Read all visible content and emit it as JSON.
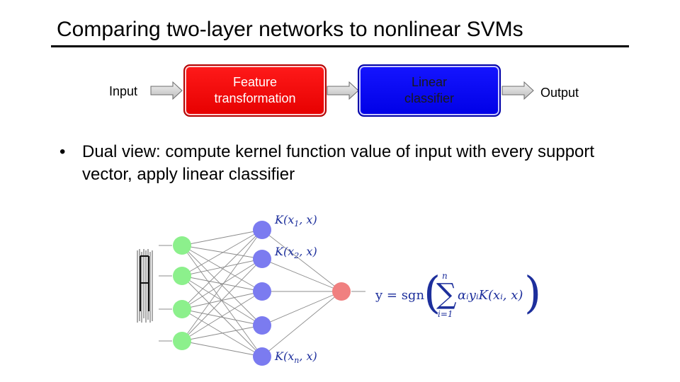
{
  "title": "Comparing two-layer networks to nonlinear SVMs",
  "pipeline": {
    "input": "Input",
    "feature": "Feature\ntransformation",
    "linear": "Linear\nclassifier",
    "output": "Output"
  },
  "bullet": {
    "marker": "•",
    "text": "Dual view: compute kernel function value of input with every support vector, apply linear classifier"
  },
  "network": {
    "kernel_labels": [
      {
        "name": "K",
        "arg1": "x",
        "sub": "1",
        "arg2": "x"
      },
      {
        "name": "K",
        "arg1": "x",
        "sub": "2",
        "arg2": "x"
      },
      {
        "name": "K",
        "arg1": "x",
        "sub": "n",
        "arg2": "x"
      }
    ],
    "colors": {
      "input": "#8cf08c",
      "hidden": "#7b7bf0",
      "output": "#f08080",
      "edge": "#8c8c8c",
      "text": "#1d2f9c"
    }
  },
  "formula": {
    "lhs": "y = sgn",
    "sum_upper": "n",
    "sum_lower": "i=1",
    "sigma": "∑",
    "body": "αᵢyᵢK(xᵢ, x)"
  }
}
